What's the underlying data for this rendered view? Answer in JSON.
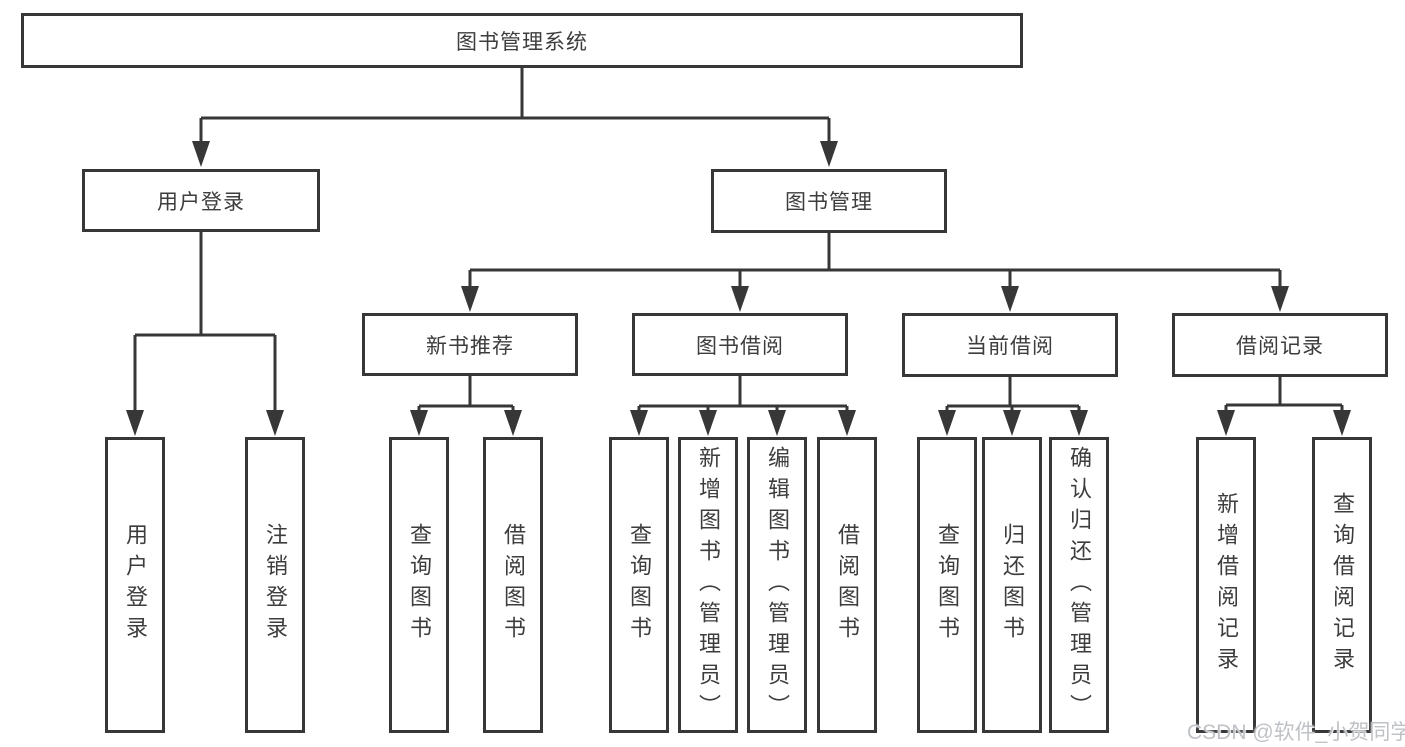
{
  "colors": {
    "line": "#373737",
    "box_border": "#373737",
    "text": "#3d3d3d",
    "background": "#ffffff",
    "watermark": "#bfc2c6"
  },
  "tree": {
    "root": "图书管理系统",
    "branches": [
      {
        "label": "用户登录",
        "leaves": [
          "用户登录",
          "注销登录"
        ]
      },
      {
        "label": "图书管理",
        "groups": [
          {
            "label": "新书推荐",
            "leaves": [
              "查询图书",
              "借阅图书"
            ]
          },
          {
            "label": "图书借阅",
            "leaves": [
              "查询图书",
              "新增图书（管理员）",
              "编辑图书（管理员）",
              "借阅图书"
            ]
          },
          {
            "label": "当前借阅",
            "leaves": [
              "查询图书",
              "归还图书",
              "确认归还（管理员）"
            ]
          },
          {
            "label": "借阅记录",
            "leaves": [
              "新增借阅记录",
              "查询借阅记录"
            ]
          }
        ]
      }
    ]
  },
  "watermark": {
    "text": "CSDN @软件_小贺同学"
  }
}
